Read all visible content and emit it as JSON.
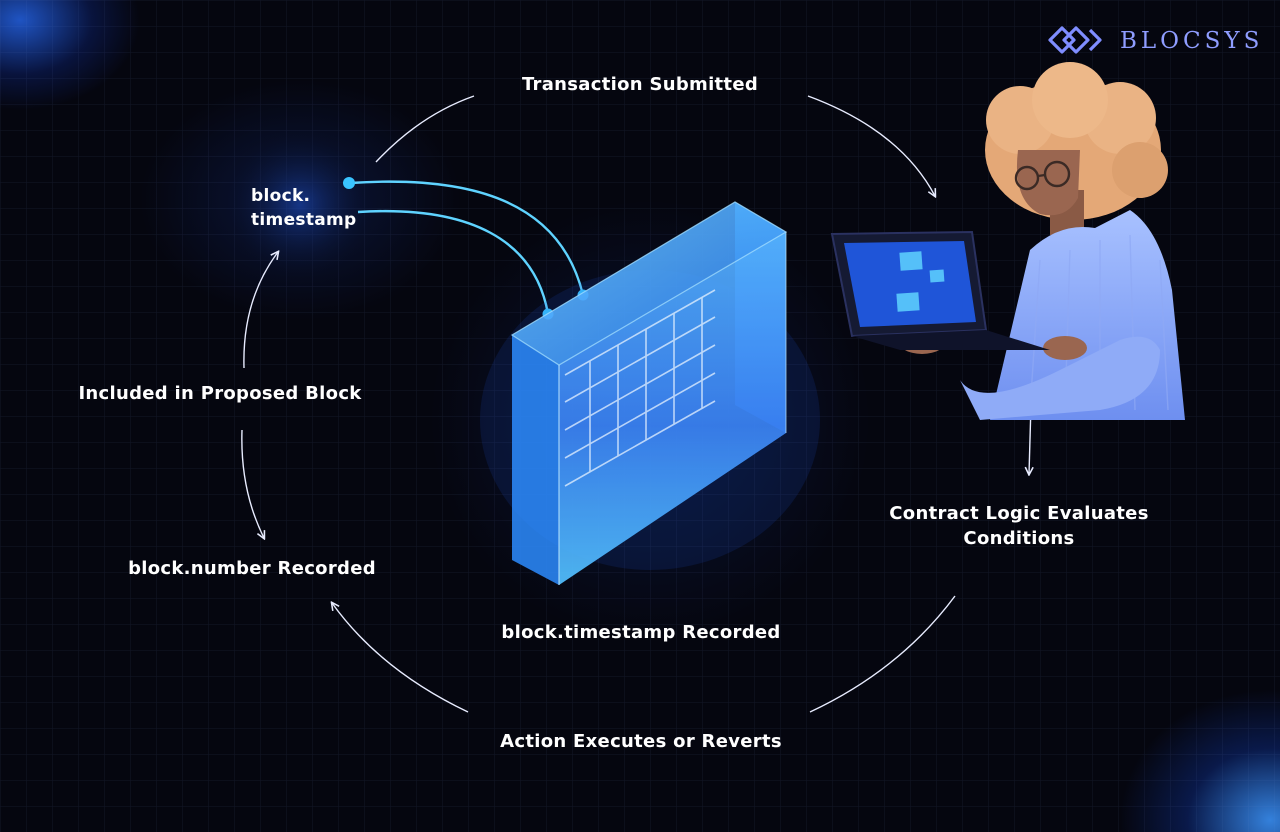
{
  "brand": {
    "name": "BLOCSYS",
    "logo_icon": "blocsys-logo-icon",
    "color": "#8f9dff"
  },
  "colors": {
    "background": "#05060f",
    "accent_glow": "#2f7bff",
    "connector_dot": "#39c4ff",
    "text": "#ffffff"
  },
  "diagram": {
    "block_label_line1": "block.",
    "block_label_line2": "timestamp",
    "steps": [
      {
        "label": "Transaction Submitted"
      },
      {
        "label_line1": "Contract Logic Evaluates",
        "label_line2": "Conditions"
      },
      {
        "label": "Action Executes or Reverts"
      },
      {
        "label": "block.number Recorded"
      },
      {
        "label": "Included in Proposed Block"
      }
    ],
    "center_label": "block.timestamp Recorded"
  },
  "illustration": {
    "figure": "person-with-laptop-illustration",
    "object": "glass-block-illustration"
  }
}
